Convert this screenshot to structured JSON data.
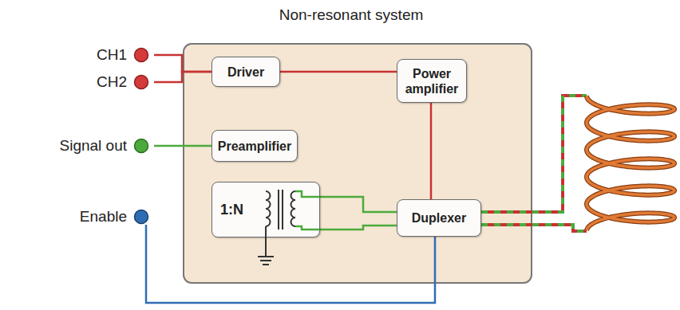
{
  "diagram": {
    "title": "Non-resonant system",
    "nodes": [
      {
        "text": [
          "CH1"
        ]
      },
      {
        "text": [
          "CH2"
        ]
      },
      {
        "text": [
          "Signal out"
        ]
      },
      {
        "text": [
          "Enable"
        ]
      },
      {
        "text": [
          "Driver"
        ]
      },
      {
        "text": [
          "Power amplifier"
        ]
      },
      {
        "text": [
          "Preamplifier"
        ]
      },
      {
        "text": [
          "1:N"
        ]
      },
      {
        "text": [
          "Duplexer"
        ]
      }
    ],
    "edges": [
      {
        "from": 0,
        "to": 4,
        "arrow": "none"
      },
      {
        "from": 1,
        "to": 4,
        "arrow": "none"
      },
      {
        "from": 4,
        "to": 5,
        "arrow": "none"
      },
      {
        "from": 5,
        "to": 8,
        "arrow": "none"
      },
      {
        "from": 2,
        "to": 6,
        "arrow": "none"
      },
      {
        "from": 7,
        "to": 8,
        "arrow": "none"
      },
      {
        "from": 7,
        "to": 8,
        "arrow": "none"
      },
      {
        "from": 3,
        "to": 8,
        "arrow": "none"
      }
    ]
  }
}
